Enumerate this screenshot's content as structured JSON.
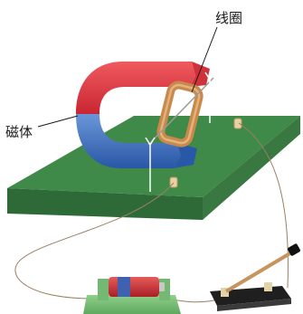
{
  "labels": {
    "coil": "线圈",
    "magnet": "磁体"
  },
  "colors": {
    "board_top": "#3f8a48",
    "board_front": "#2f6c39",
    "board_side": "#3b7942",
    "magnet_north": "#e2323b",
    "magnet_south": "#2f62b2",
    "coil": "#c58a4c",
    "battery": "#c83434",
    "wire": "#9a7f62"
  },
  "components": {
    "magnet": "horseshoe-magnet",
    "coil": "rectangular-coil",
    "battery": "battery",
    "switch": "knife-switch"
  }
}
